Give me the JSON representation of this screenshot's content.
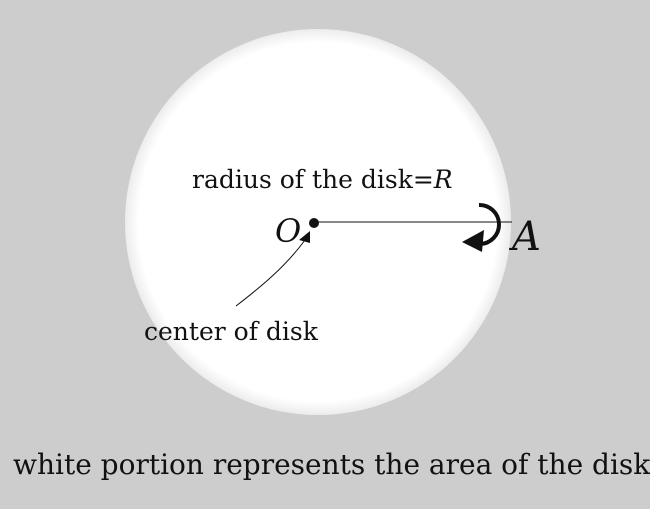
{
  "diagram": {
    "radius_label_prefix": "radius of the disk=",
    "radius_symbol": "R",
    "center_symbol": "O",
    "point_symbol": "A",
    "center_annotation": "center of disk",
    "caption": "white portion represents the area of the disk"
  },
  "colors": {
    "background": "#cdcdcd",
    "disk": "#ffffff",
    "ink": "#111111"
  },
  "icons": {
    "rotation_arrow": "rotation-arrow-icon"
  }
}
